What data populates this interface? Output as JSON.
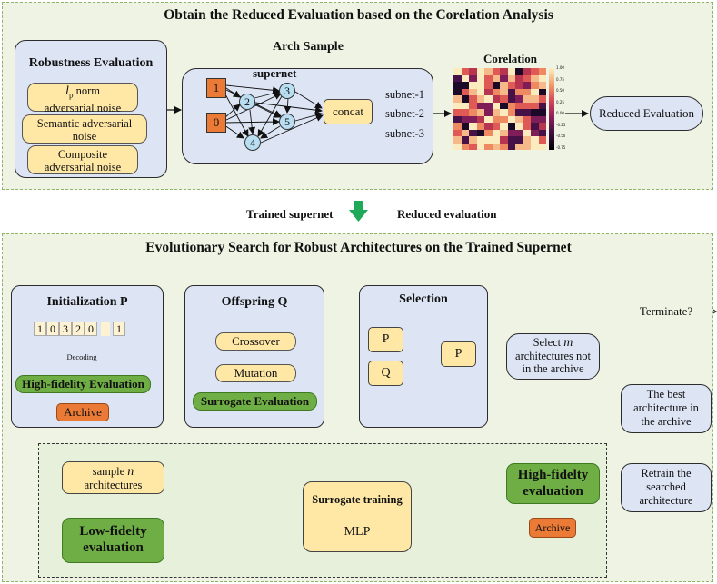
{
  "top_section": {
    "title": "Obtain the Reduced Evaluation based on the Corelation Analysis",
    "robustness": {
      "title": "Robustness Evaluation",
      "lp_symbol": "l",
      "lp_subscript": "p",
      "lp_text1": "norm",
      "lp_text2": "adversarial noise",
      "semantic1": "Semantic adversarial",
      "semantic2": "noise",
      "composite1": "Composite",
      "composite2": "adversarial noise"
    },
    "arch_sample": {
      "title": "Arch Sample",
      "supernet": "supernet",
      "input_nodes": [
        "1",
        "0"
      ],
      "nodes": [
        "2",
        "3",
        "4",
        "5"
      ],
      "concat": "concat",
      "subnets": [
        "subnet-1",
        "subnet-2",
        "subnet-3"
      ]
    },
    "correlation": {
      "title": "Corelation",
      "colorbar_ticks": [
        "1.00",
        "0.75",
        "0.50",
        "0.25",
        "0.00",
        "-0.25",
        "-0.50",
        "-0.75"
      ]
    },
    "reduced_evaluation": "Reduced Evaluation"
  },
  "transition": {
    "left": "Trained supernet",
    "right": "Reduced evaluation"
  },
  "bottom_section": {
    "title": "Evolutionary Search for Robust Architectures on the Trained Supernet",
    "init": {
      "title": "Initialization  P",
      "code": [
        "1",
        "0",
        "3",
        "2",
        "0",
        "1"
      ],
      "decoding": "Decoding",
      "hf_eval": "High-fidelity Evaluation",
      "archive": "Archive"
    },
    "offspring": {
      "title": "Offspring Q",
      "crossover": "Crossover",
      "mutation": "Mutation",
      "surrogate": "Surrogate Evaluation"
    },
    "selection": {
      "title": "Selection",
      "p": "P",
      "q": "Q",
      "p_out": "P"
    },
    "select_m": {
      "line1": "Select",
      "m": "m",
      "line2": "architectures not",
      "line3": "in the archive"
    },
    "terminate": "Terminate?",
    "best": {
      "line1": "The best",
      "line2": "architecture in",
      "line3": "the archive"
    },
    "retrain": {
      "line1": "Retrain the",
      "line2": "searched",
      "line3": "architecture"
    },
    "inner": {
      "sample_line1": "sample",
      "sample_n": "n",
      "sample_line2": "architectures",
      "lf_line1": "Low-fidelty",
      "lf_line2": "evaluation",
      "surrogate_title": "Surrogate training",
      "mlp": "MLP",
      "hf_line1": "High-fidelty",
      "hf_line2": "evaluation",
      "archive": "Archive"
    }
  },
  "colors": {
    "panel_bg": "#eef3e3",
    "panel_border": "#8fb36a",
    "lavender": "#dde5f5",
    "yellow": "#ffe8a6",
    "green": "#6fae45",
    "orange": "#ea7a35",
    "node_blue": "#b9def2",
    "arrow_green": "#1faa5a",
    "arrow_blue": "#3a78c4"
  }
}
